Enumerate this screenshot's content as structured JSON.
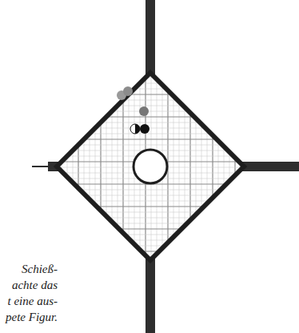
{
  "diagram": {
    "labels": [
      "Schieß-",
      "achte das",
      "t eine aus-",
      "pete Figur."
    ]
  }
}
